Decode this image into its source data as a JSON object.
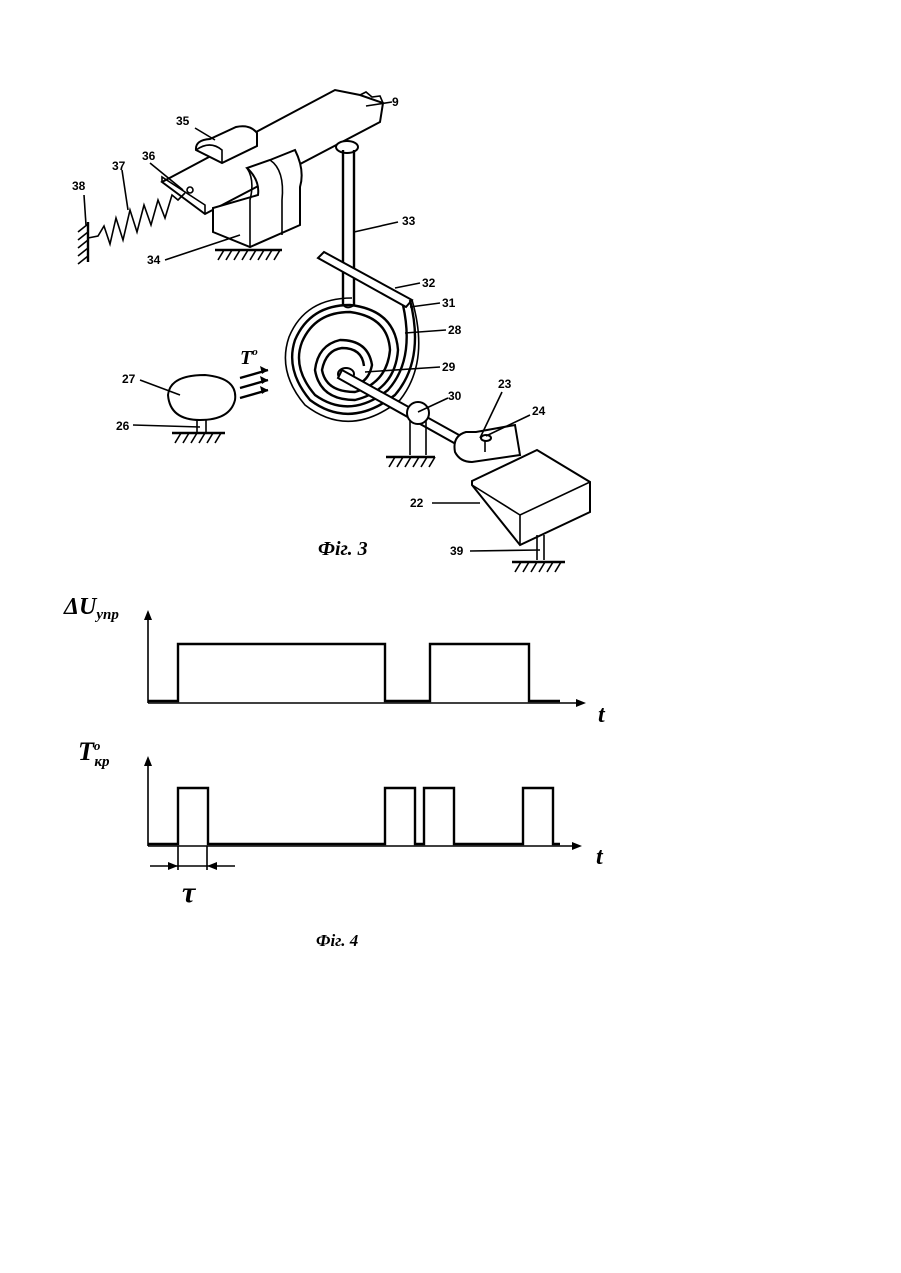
{
  "fig3": {
    "caption": "Фіг. 3",
    "heat_label": "T",
    "heat_sup": "o",
    "labels": {
      "n9": "9",
      "n22": "22",
      "n23": "23",
      "n24": "24",
      "n26": "26",
      "n27": "27",
      "n28": "28",
      "n29": "29",
      "n30": "30",
      "n31": "31",
      "n32": "32",
      "n33": "33",
      "n34": "34",
      "n35": "35",
      "n36": "36",
      "n37": "37",
      "n38": "38",
      "n39": "39"
    }
  },
  "fig4": {
    "caption": "Фіг. 4",
    "top_axis_label": "ΔU",
    "top_axis_sub": "упр",
    "bottom_axis_label": "T",
    "bottom_axis_sup": "о",
    "bottom_axis_sub": "кр",
    "time_label_top": "t",
    "time_label_bottom": "t",
    "tau_label": "τ",
    "top_pulses": [
      [
        0.1,
        0.79
      ],
      [
        0.94,
        1.27
      ]
    ],
    "bottom_pulses": [
      [
        0.1,
        0.2
      ],
      [
        0.79,
        0.89
      ],
      [
        0.92,
        1.02
      ],
      [
        1.25,
        1.35
      ]
    ]
  }
}
